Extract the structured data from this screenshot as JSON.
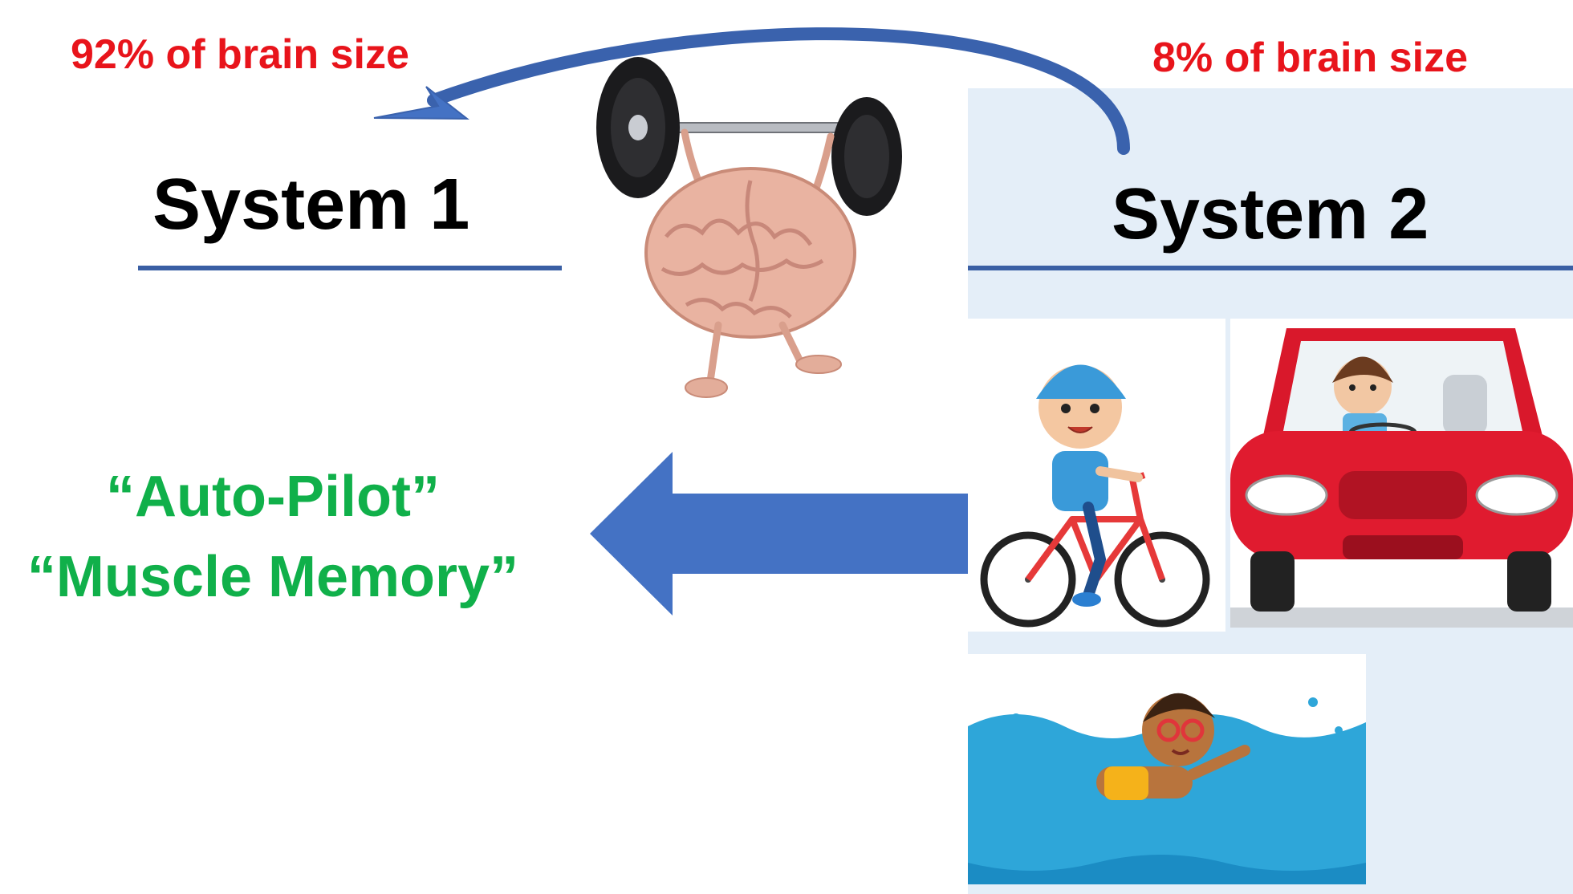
{
  "labels": {
    "system1_share": "92% of brain size",
    "system2_share": "8% of brain size",
    "system1_title": "System 1",
    "system2_title": "System 2",
    "autopilot": "“Auto-Pilot”",
    "muscle_memory": "“Muscle Memory”"
  },
  "colors": {
    "red": "#e8141b",
    "green": "#10b04a",
    "arrow_blue": "#4472c4",
    "rule_blue": "#3a5fa4",
    "panel": "#e4eef8"
  },
  "illustrations": [
    "weightlifting-brain",
    "boy-on-bicycle",
    "girl-driving-car",
    "boy-swimming"
  ]
}
